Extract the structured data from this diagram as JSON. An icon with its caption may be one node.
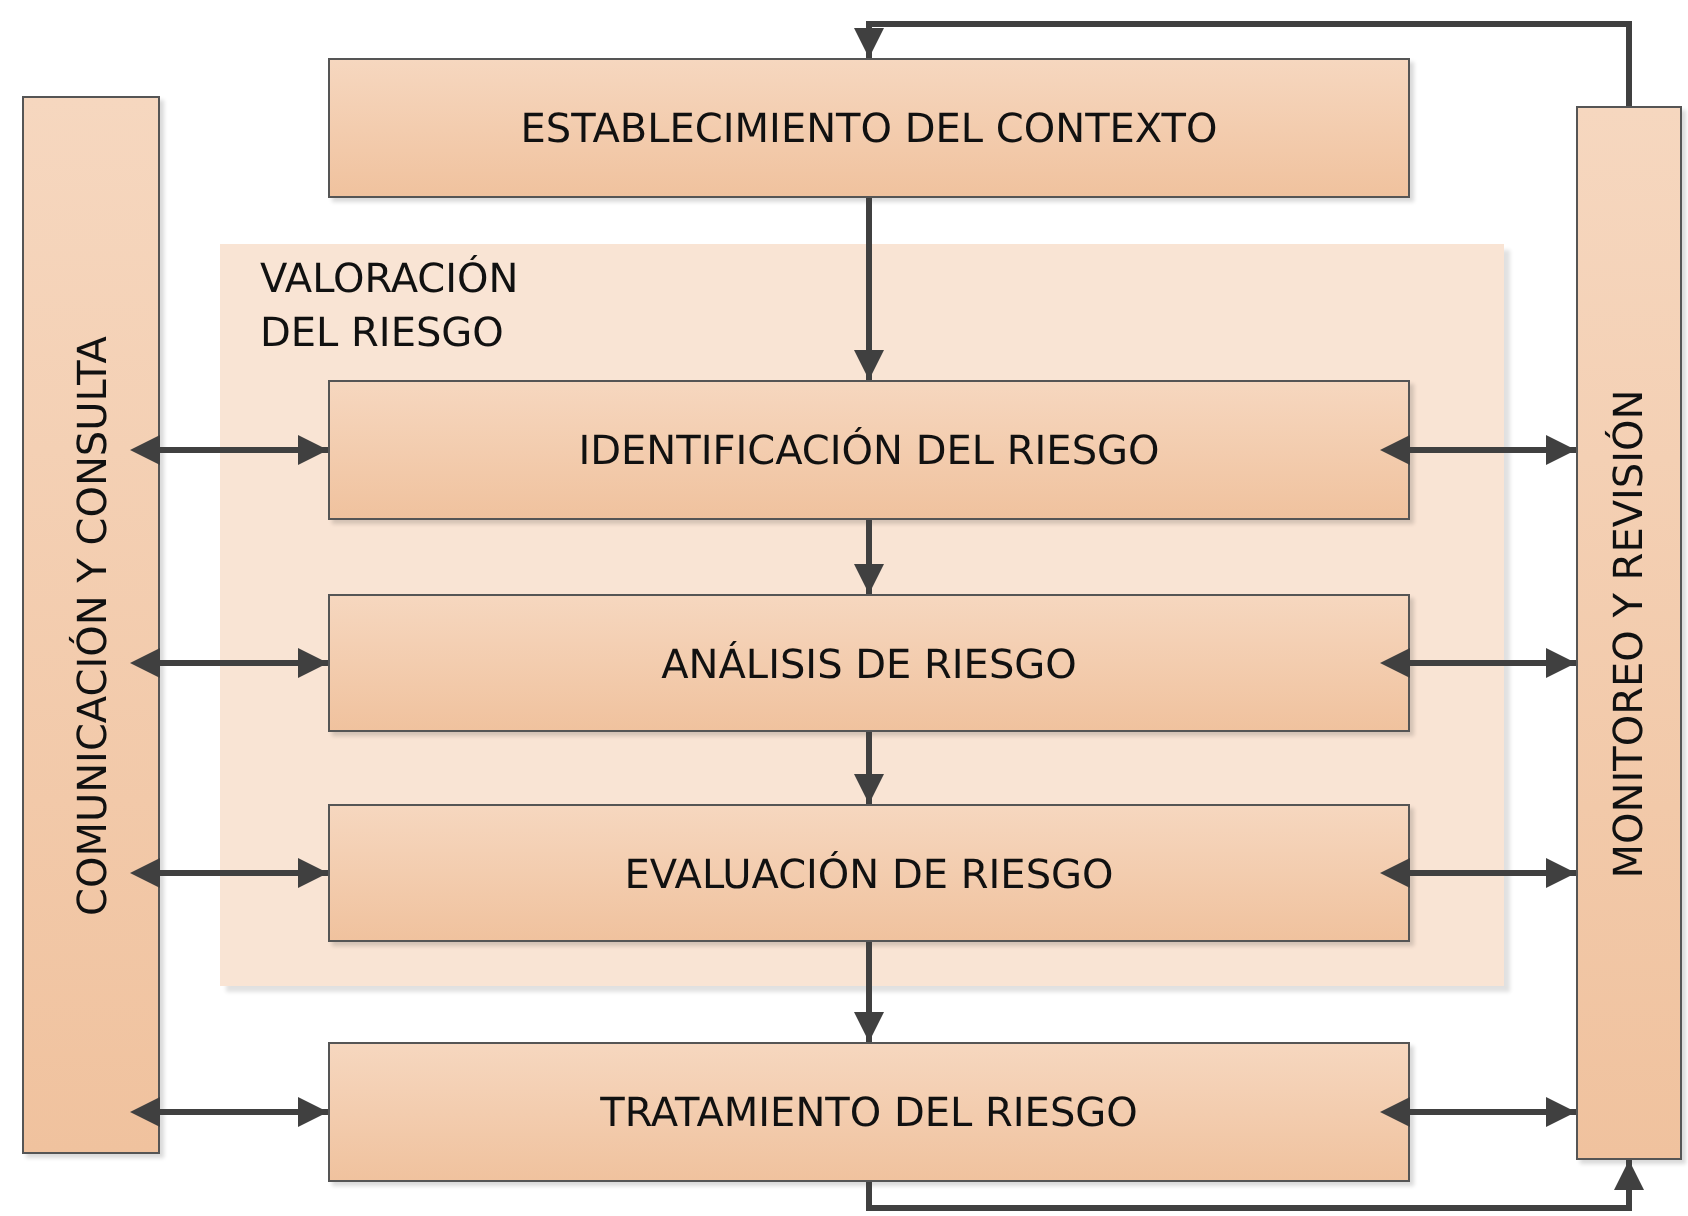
{
  "diagram": {
    "nodes": [
      {
        "text": [
          "ESTABLECIMIENTO DEL CONTEXTO"
        ]
      },
      {
        "text": [
          "COMUNICACIÓN Y CONSULTA"
        ]
      },
      {
        "text": [
          "VALORACIÓN DEL RIESGO"
        ]
      },
      {
        "text": [
          "IDENTIFICACIÓN DEL RIESGO"
        ],
        "in": 2
      },
      {
        "text": [
          "ANÁLISIS DE RIESGO"
        ],
        "in": 2
      },
      {
        "text": [
          "EVALUACIÓN DE RIESGO"
        ],
        "in": 2
      },
      {
        "text": [
          "TRATAMIENTO DEL RIESGO"
        ]
      },
      {
        "text": [
          "MONITOREO Y REVISIÓN"
        ]
      }
    ],
    "edges": [
      {
        "from": 0,
        "to": 3,
        "arrow": "to"
      },
      {
        "from": 3,
        "to": 4,
        "arrow": "to"
      },
      {
        "from": 4,
        "to": 5,
        "arrow": "to"
      },
      {
        "from": 5,
        "to": 6,
        "arrow": "to"
      },
      {
        "from": 6,
        "to": 7,
        "arrow": "to"
      },
      {
        "from": 7,
        "to": 0,
        "arrow": "to"
      },
      {
        "from": 1,
        "to": 3,
        "arrow": "both"
      },
      {
        "from": 1,
        "to": 4,
        "arrow": "both"
      },
      {
        "from": 1,
        "to": 5,
        "arrow": "both"
      },
      {
        "from": 1,
        "to": 6,
        "arrow": "both"
      },
      {
        "from": 3,
        "to": 7,
        "arrow": "both"
      },
      {
        "from": 4,
        "to": 7,
        "arrow": "both"
      },
      {
        "from": 5,
        "to": 7,
        "arrow": "both"
      },
      {
        "from": 6,
        "to": 7,
        "arrow": "both"
      }
    ]
  }
}
